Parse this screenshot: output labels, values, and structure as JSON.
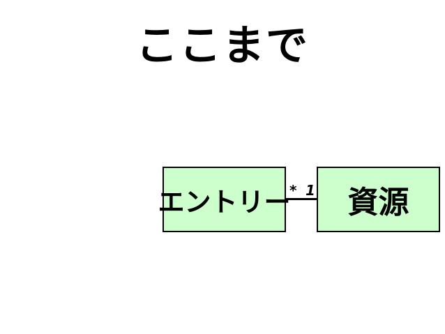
{
  "slide": {
    "title": "ここまで"
  },
  "diagram": {
    "box_fill": "#ccffcc",
    "classes": [
      {
        "id": "entry",
        "label": "エントリー"
      },
      {
        "id": "resource",
        "label": "資源"
      }
    ],
    "association": {
      "from": "entry",
      "to": "resource",
      "from_multiplicity": "*",
      "to_multiplicity": "1"
    }
  }
}
